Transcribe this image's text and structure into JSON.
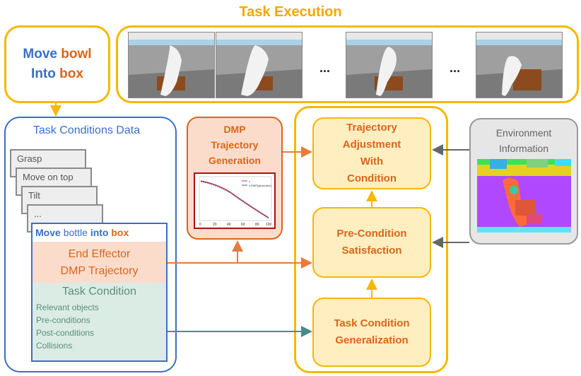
{
  "title": "Task Execution",
  "command": {
    "w1": "Move",
    "w2": "bowl",
    "w3": "Into",
    "w4": "box"
  },
  "dots": [
    "...",
    "..."
  ],
  "task_conditions": {
    "title": "Task Conditions Data",
    "cards": [
      "Grasp",
      "Move on top",
      "Tilt",
      "..."
    ],
    "main": {
      "title_move": "Move",
      "title_bottle": "bottle",
      "title_into": "into",
      "title_box": "box",
      "ee_line1": "End Effector",
      "ee_line2": "DMP Trajectory",
      "tc_title": "Task Condition",
      "tc_items": [
        "Relevant objects",
        "Pre-conditions",
        "Post-conditions",
        "Collisions"
      ]
    }
  },
  "dmp": {
    "line1": "DMP",
    "line2": "Trajectory",
    "line3": "Generation",
    "legend": [
      "x",
      "x DMP(generator)"
    ],
    "xticks": [
      "0",
      "20",
      "40",
      "60",
      "80",
      "100"
    ]
  },
  "traj_adj": {
    "line1": "Trajectory",
    "line2": "Adjustment",
    "line3": "With",
    "line4": "Condition"
  },
  "precond": {
    "line1": "Pre-Condition",
    "line2": "Satisfaction"
  },
  "gen": {
    "line1": "Task Condition",
    "line2": "Generalization"
  },
  "env": {
    "line1": "Environment",
    "line2": "Information"
  },
  "colors": {
    "accent": "#f5b800",
    "blue": "#3a6fc4",
    "orange": "#d9661b",
    "green": "#5b8e7c"
  }
}
